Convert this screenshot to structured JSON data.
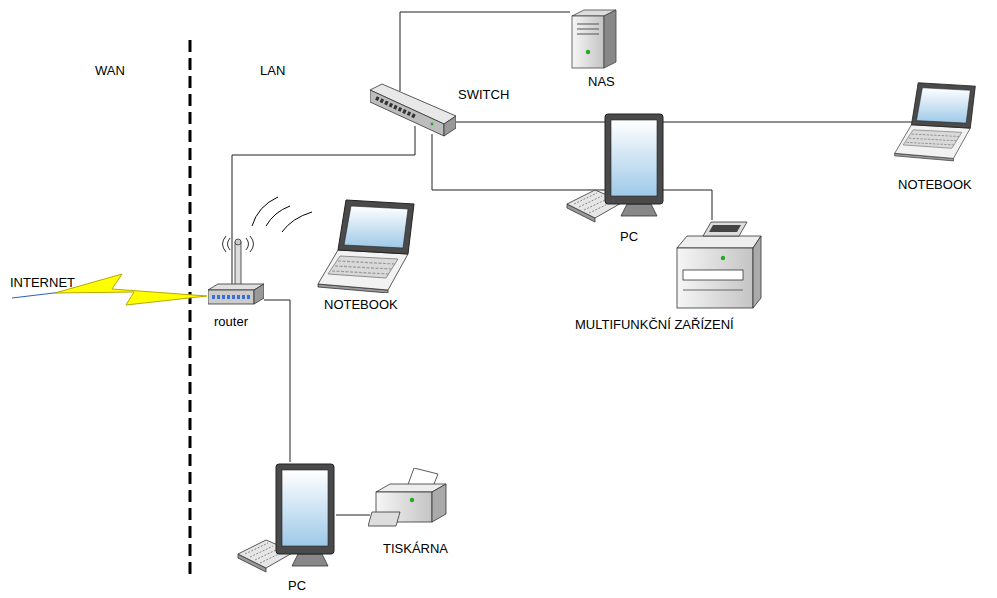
{
  "diagram": {
    "nodes": [
      {
        "text": [
          "NAS"
        ]
      },
      {
        "text": [
          "SWITCH"
        ]
      },
      {
        "text": [
          "NOTEBOOK"
        ]
      },
      {
        "text": [
          "PC"
        ]
      },
      {
        "text": [
          "router"
        ]
      },
      {
        "text": [
          "NOTEBOOK"
        ]
      },
      {
        "text": [
          "MULTIFUNKČNÍ ZAŘÍZENÍ"
        ]
      },
      {
        "text": [
          "PC"
        ]
      },
      {
        "text": [
          "TISKÁRNA"
        ]
      }
    ],
    "edges": [
      {
        "from": 4,
        "to": 1,
        "arrow": "none"
      },
      {
        "from": 1,
        "to": 0,
        "arrow": "none"
      },
      {
        "from": 1,
        "to": 2,
        "arrow": "none"
      },
      {
        "from": 1,
        "to": 6,
        "arrow": "none"
      },
      {
        "from": 4,
        "to": 7,
        "arrow": "none"
      },
      {
        "from": 7,
        "to": 8,
        "arrow": "none"
      }
    ],
    "labels": [
      "WAN",
      "LAN",
      "INTERNET"
    ]
  }
}
